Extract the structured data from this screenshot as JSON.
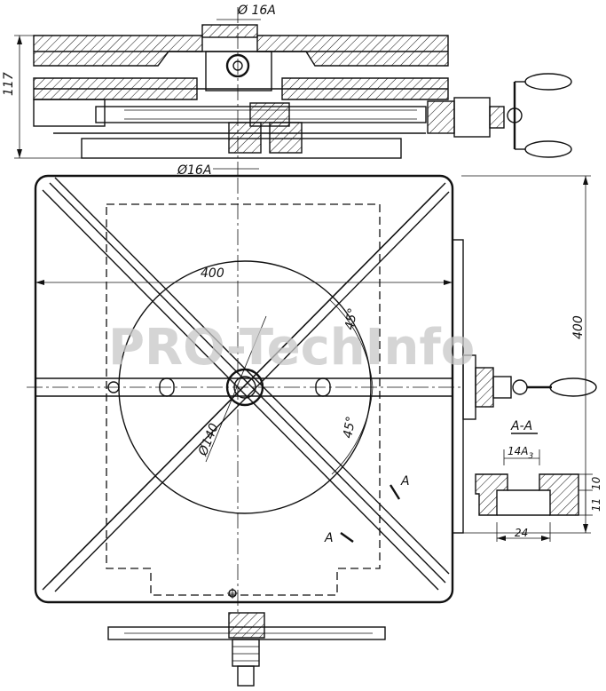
{
  "dimensions": {
    "bore_top": "Ø 16A",
    "bore_bottom": "Ø16A",
    "height": "117",
    "width": "400",
    "depth": "400",
    "circle_diameter": "Ø140",
    "angle_upper": "45°",
    "angle_lower": "45°"
  },
  "section": {
    "title": "A-A",
    "slot_width": "14A",
    "slot_width_subscript": "3",
    "depth_upper": "10",
    "depth_lower": "11",
    "base_width": "24",
    "cut_mark_right": "A",
    "cut_mark_left": "A"
  },
  "watermark": "PRO-TechInfo"
}
